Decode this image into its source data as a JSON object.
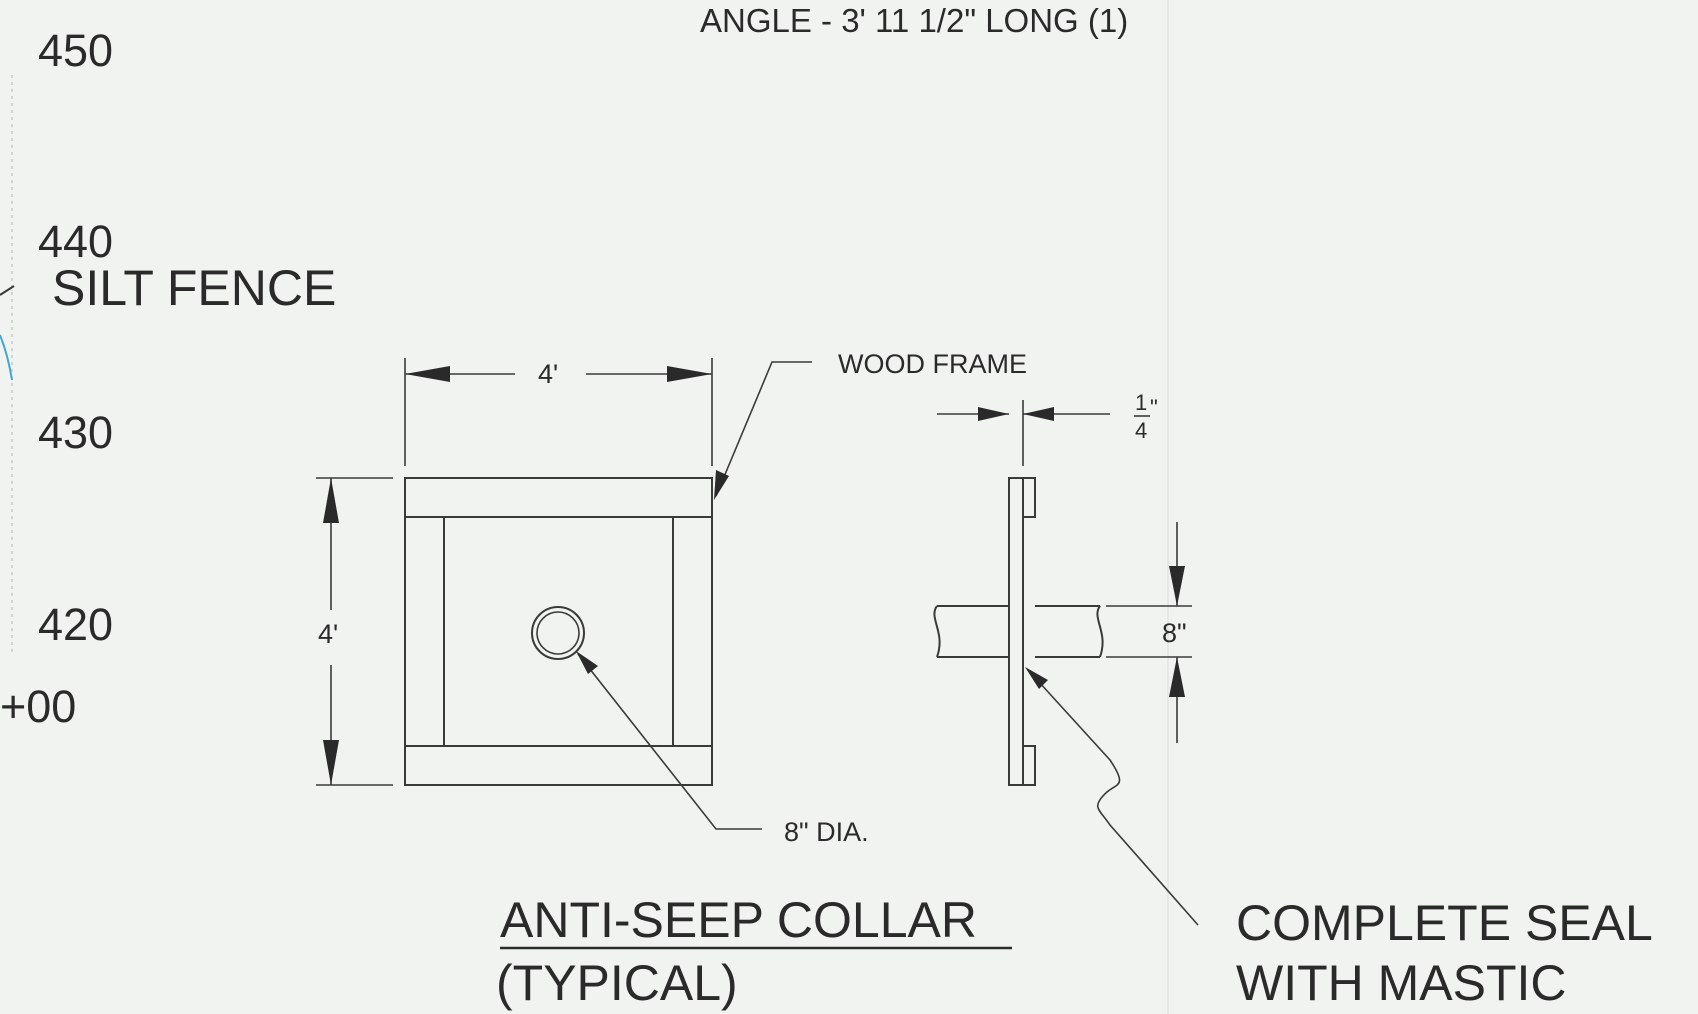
{
  "header": {
    "angle_note": "ANGLE - 3' 11 1/2\" LONG (1)"
  },
  "profile": {
    "elevations": [
      "450",
      "440",
      "430",
      "420"
    ],
    "station": "+00",
    "silt_fence_label": "SILT FENCE"
  },
  "front_view": {
    "width_dim": "4'",
    "height_dim": "4'",
    "frame_label": "WOOD FRAME",
    "pipe_label": "8\" DIA."
  },
  "side_view": {
    "thickness_num": "1",
    "thickness_den": "4",
    "thickness_unit": "\"",
    "pipe_dim": "8\"",
    "seal_label_line1": "COMPLETE SEAL",
    "seal_label_line2": "WITH MASTIC"
  },
  "title": {
    "line1": "ANTI-SEEP COLLAR",
    "line2": "(TYPICAL)"
  },
  "colors": {
    "paper": "#f1f3f0",
    "ink": "#2a2a2a",
    "silt_fence_line": "#3fa7d6"
  }
}
